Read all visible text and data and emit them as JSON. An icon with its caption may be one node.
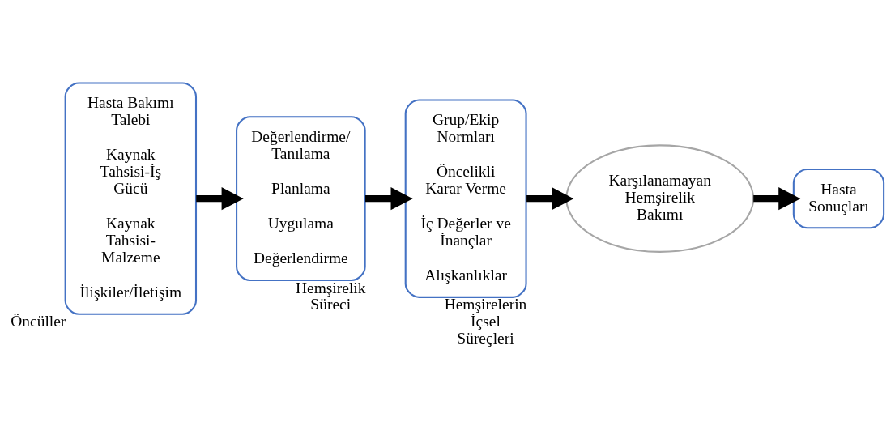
{
  "diagram": {
    "nodes": [
      {
        "text": [
          "Hasta Bakımı Talebi",
          "Kaynak Tahsisi-İş Gücü",
          "Kaynak Tahsisi- Malzeme",
          "İlişkiler/İletişim"
        ],
        "beside": [
          "Öncüller"
        ]
      },
      {
        "text": [
          "Değerlendirme/ Tanılama",
          "Planlama",
          "Uygulama",
          "Değerlendirme"
        ],
        "beside": [
          "Hemşirelik Süreci"
        ]
      },
      {
        "text": [
          "Grup/Ekip Normları",
          "Öncelikli Karar Verme",
          "İç Değerler ve İnançlar",
          "Alışkanlıklar"
        ],
        "beside": [
          "Hemşirelerin İçsel Süreçleri"
        ]
      },
      {
        "text": [
          "Karşılanamayan Hemşirelik Bakımı"
        ]
      },
      {
        "text": [
          "Hasta Sonuçları"
        ]
      }
    ],
    "edges": [
      {
        "from": 0,
        "to": 1,
        "arrow": "to"
      },
      {
        "from": 1,
        "to": 2,
        "arrow": "to"
      },
      {
        "from": 2,
        "to": 3,
        "arrow": "to"
      },
      {
        "from": 3,
        "to": 4,
        "arrow": "to"
      }
    ]
  }
}
